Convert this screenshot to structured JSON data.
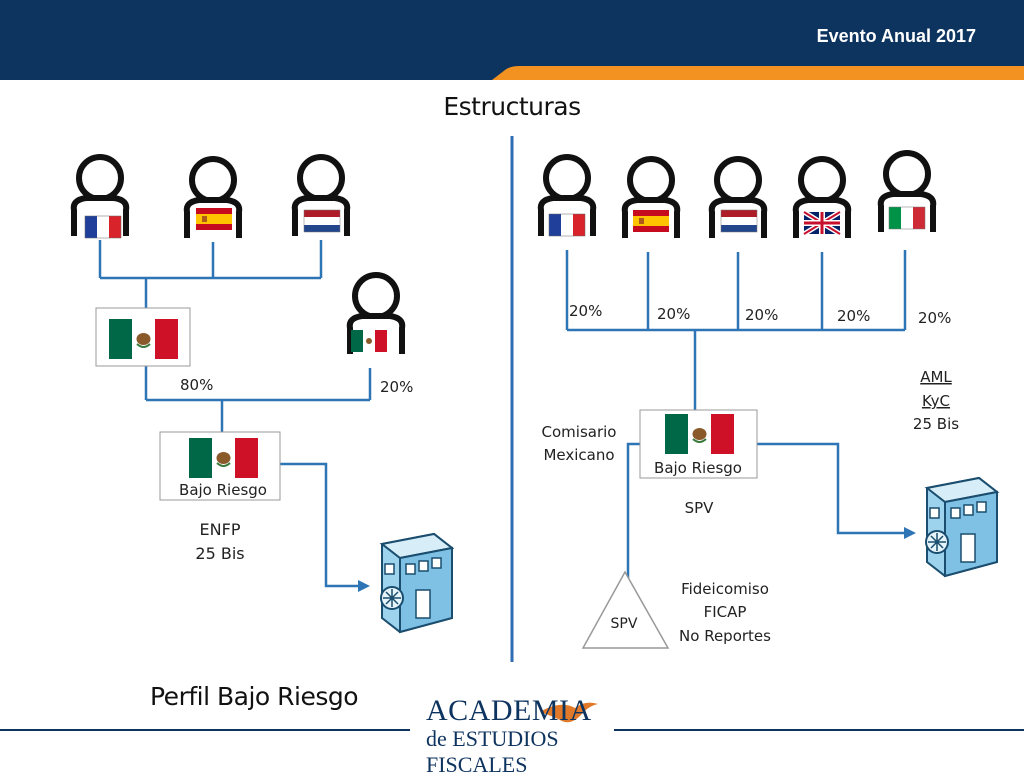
{
  "header": {
    "event": "Evento Anual 2017"
  },
  "title": "Estructuras",
  "footer_title": "Perfil Bajo Riesgo",
  "logo": {
    "line1": "ACADEMIA",
    "line2": "de ESTUDIOS FISCALES"
  },
  "left": {
    "investor_flags": [
      "france",
      "spain",
      "netherlands"
    ],
    "pct_top": "80%",
    "pct_mex": "20%",
    "entity_label": "Bajo Riesgo",
    "entity_note": [
      "ENFP",
      "25 Bis"
    ]
  },
  "right": {
    "investor_flags": [
      "france",
      "spain",
      "netherlands",
      "uk",
      "italy"
    ],
    "percentages": [
      "20%",
      "20%",
      "20%",
      "20%",
      "20%"
    ],
    "compliance": [
      "AML",
      "KyC",
      "25 Bis"
    ],
    "comisario": [
      "Comisario",
      "Mexicano"
    ],
    "entity_label": "Bajo Riesgo",
    "spv_label": "SPV",
    "triangle_label": "SPV",
    "trust_note": [
      "Fideicomiso",
      "FICAP",
      "No Reportes"
    ]
  },
  "colors": {
    "header": "#0d335f",
    "accent": "#f39221",
    "line": "#2e75b6",
    "divider": "#2e6db4"
  },
  "icons": [
    "person-icon",
    "building-icon",
    "flag-icon"
  ]
}
